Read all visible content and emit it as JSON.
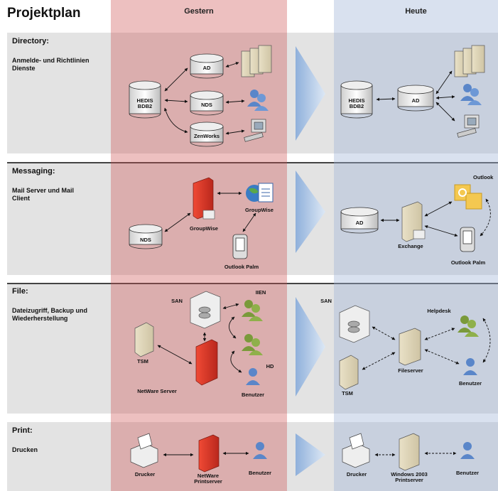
{
  "title": "Projektplan",
  "columns": {
    "gestern": "Gestern",
    "heute": "Heute"
  },
  "sections": [
    {
      "head": "Directory:",
      "sub": "Anmelde- und Richtlinien Dienste"
    },
    {
      "head": "Messaging:",
      "sub": "Mail Server und Mail Client"
    },
    {
      "head": "File:",
      "sub": "Dateizugriff, Backup und Wiederherstellung"
    },
    {
      "head": "Print:",
      "sub": "Drucken"
    }
  ],
  "labels": {
    "hedis": "HEDIS BDB2",
    "ad": "AD",
    "nds": "NDS",
    "zenworks": "ZenWorks",
    "groupwise": "GroupWise",
    "outlook_palm": "Outlook Palm",
    "outlook": "Outlook",
    "exchange": "Exchange",
    "san": "SAN",
    "iien": "IIEN",
    "hd": "HD",
    "tsm": "TSM",
    "netware_server": "NetWare Server",
    "benutzer": "Benutzer",
    "helpdesk": "Helpdesk",
    "fileserver": "Fileserver",
    "drucker": "Drucker",
    "netware_printserver": "NetWare Printserver",
    "windows_printserver": "Windows 2003 Printserver"
  },
  "colors": {
    "gestern": "#d98b8b",
    "heute": "#c4d2e6",
    "band": "#e3e3e3",
    "arrow": "#a9c2e3",
    "server_red": "#d9362a"
  }
}
